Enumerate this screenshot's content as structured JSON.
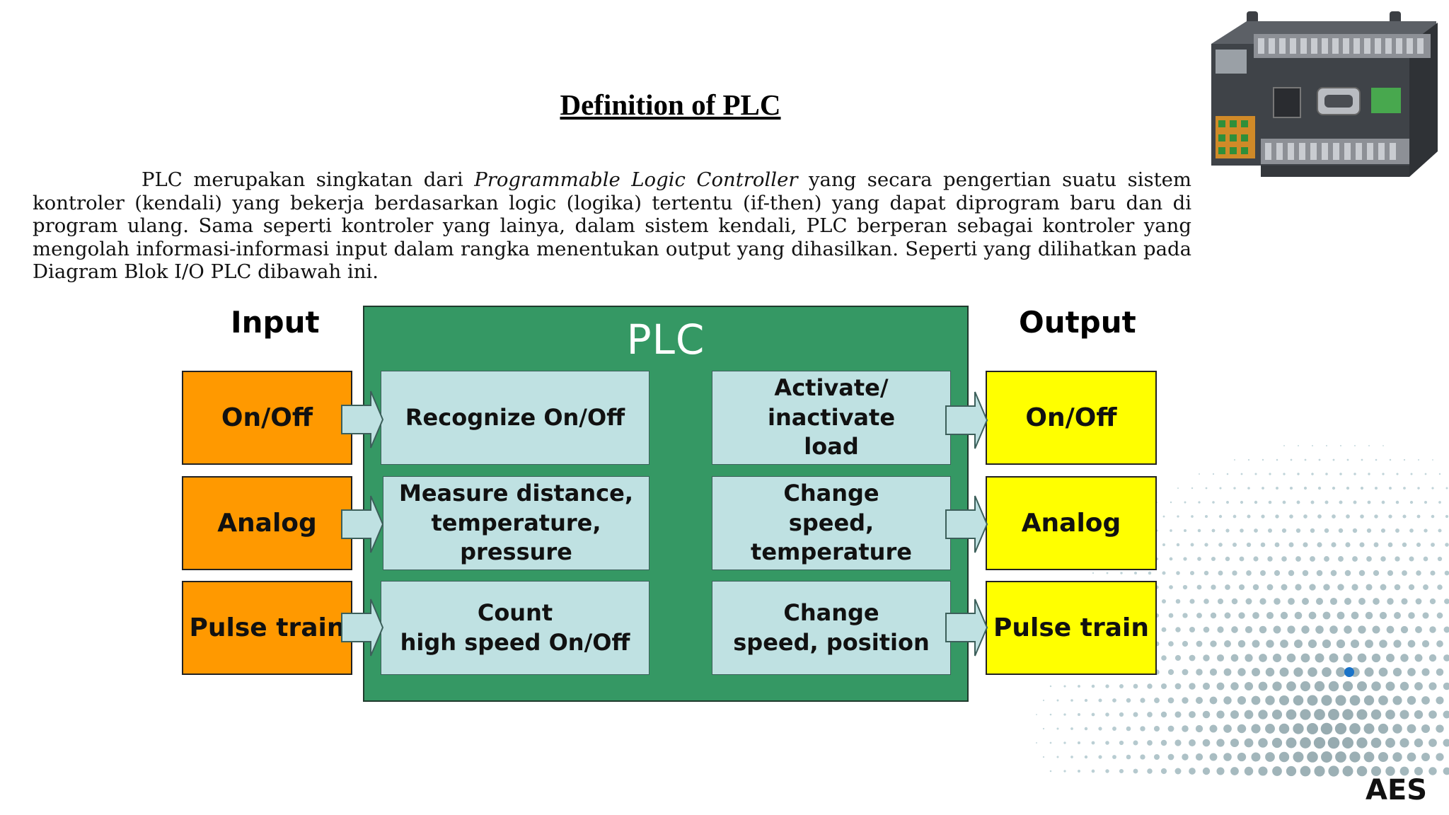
{
  "slide": {
    "title": "Definition of PLC",
    "intro": {
      "part1": "PLC merupakan singkatan dari ",
      "italic": "Programmable Logic Controller",
      "part2": " yang secara pengertian suatu sistem kontroler (kendali) yang bekerja berdasarkan logic (logika) tertentu (if-then) yang dapat diprogram baru dan di program ulang. Sama seperti kontroler yang lainya, dalam sistem kendali, PLC berperan sebagai kontroler yang mengolah informasi-informasi input dalam rangka menentukan output yang dihasilkan. Seperti yang dilihatkan pada Diagram Blok I/O PLC dibawah ini."
    },
    "brand": "AES"
  },
  "diagram": {
    "input_heading": "Input",
    "output_heading": "Output",
    "plc_label": "PLC",
    "inputs": [
      "On/Off",
      "Analog",
      "Pulse train"
    ],
    "input_processing": [
      [
        "Recognize On/Off"
      ],
      [
        "Measure distance,",
        "temperature, pressure"
      ],
      [
        "Count",
        "high speed On/Off"
      ]
    ],
    "output_processing": [
      [
        "Activate/ inactivate",
        "load"
      ],
      [
        "Change",
        "speed, temperature"
      ],
      [
        "Change",
        "speed, position"
      ]
    ],
    "outputs": [
      "On/Off",
      "Analog",
      "Pulse train"
    ]
  },
  "colors": {
    "input_fill": "#ff9900",
    "output_fill": "#ffff00",
    "plc_fill": "#359864",
    "process_fill": "#bfe1e2",
    "arrow_fill": "#bfe1e2",
    "accent_dot": "#1a73c8"
  }
}
